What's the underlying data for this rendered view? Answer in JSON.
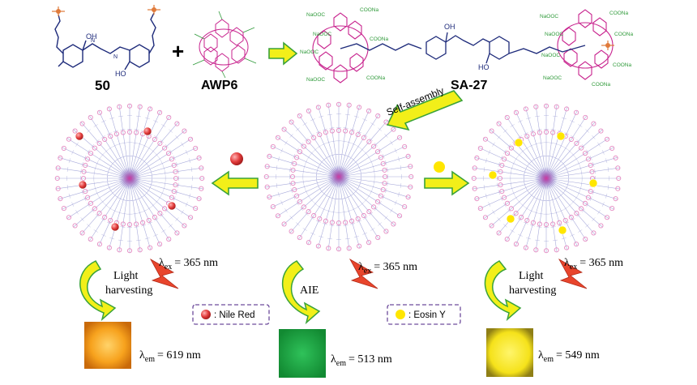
{
  "labels": {
    "compound_50": "50",
    "awp6": "AWP6",
    "sa27": "SA-27",
    "plus": "+",
    "self_assembly": "Self-assembly",
    "light_harvesting_1": "Light",
    "light_harvesting_2": "harvesting",
    "aie": "AIE",
    "oh": "OH",
    "ho": "HO",
    "n": "N",
    "coona": "COONa",
    "naooc": "NaOOC"
  },
  "excitation": {
    "lambda": "λ",
    "sub": "ex",
    "value": "= 365 nm"
  },
  "emission": {
    "lambda": "λ",
    "sub": "em",
    "left_value": "= 619 nm",
    "middle_value": "= 513 nm",
    "right_value": "= 549 nm"
  },
  "legend": {
    "nile_red": ": Nile Red",
    "eosin_y": ": Eosin Y"
  },
  "colors": {
    "nile_red_dot": "#e23b3b",
    "eosin_dot": "#ffe600",
    "arrow_fill": "#f2ef19",
    "arrow_stroke": "#3aa23a",
    "bolt": "#e8452c",
    "orange_sample": "#f7a21d",
    "green_sample": "#1ea640",
    "yellow_sample": "#f8e81c",
    "cluster_stroke": "#8c8fcf",
    "cluster_pink": "#e58bc2",
    "molecule_navy": "#1d2a7a",
    "macrocycle_magenta": "#c8238e",
    "label_green": "#2f9a3a"
  }
}
